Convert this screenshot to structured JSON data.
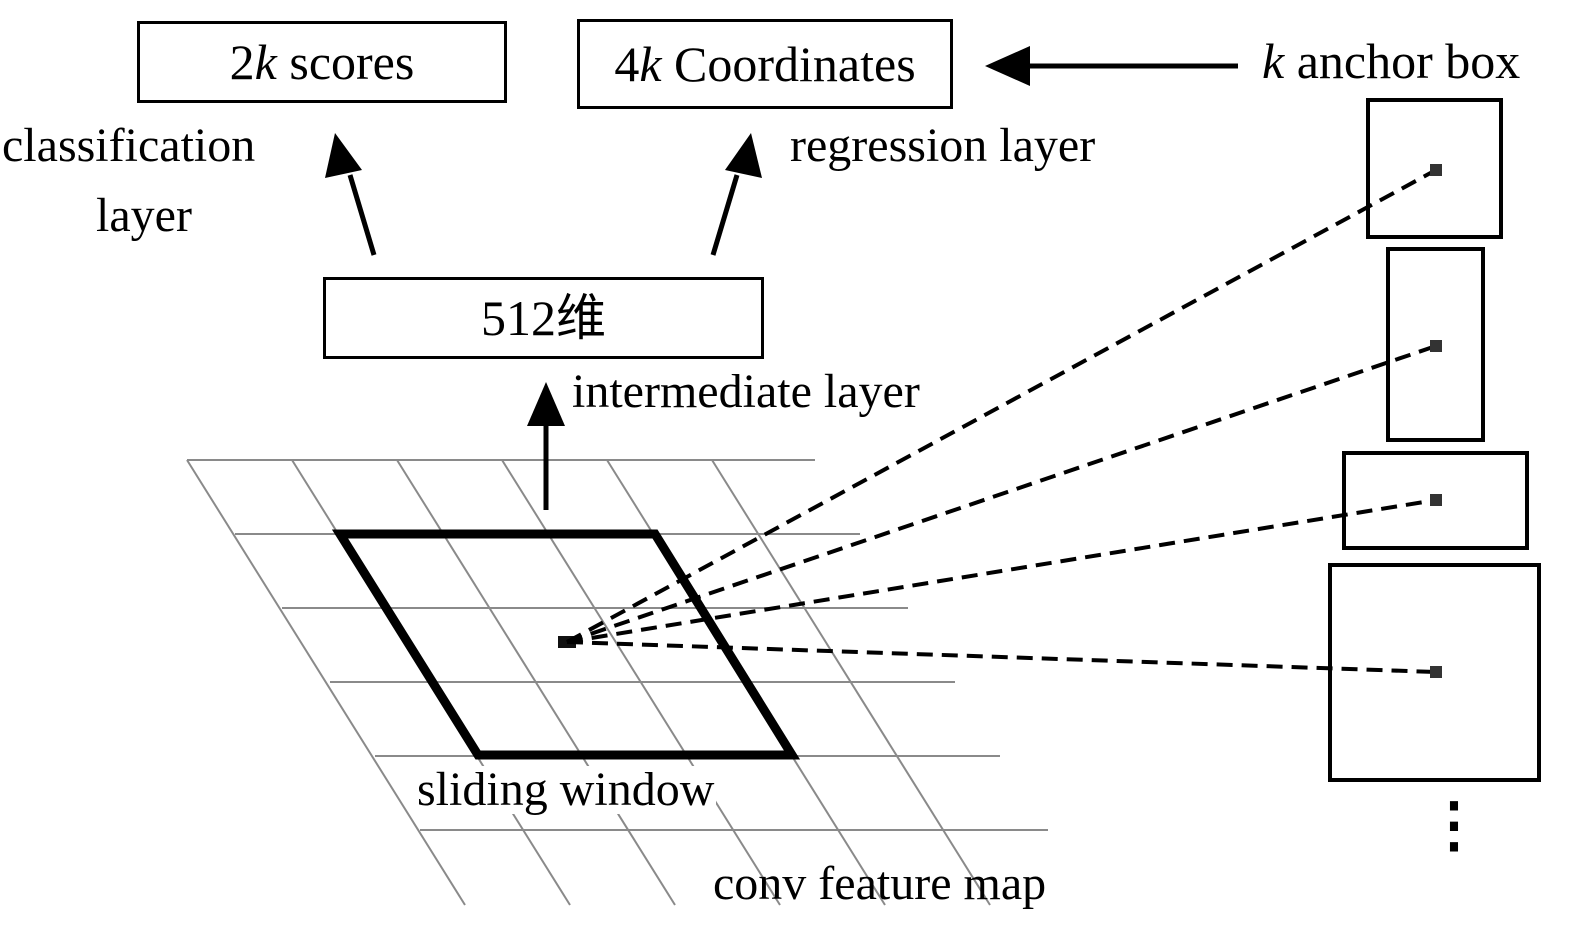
{
  "scores_box": {
    "prefix": "2",
    "k": "k",
    "rest": " scores"
  },
  "coords_box": {
    "prefix": "4",
    "k": "k",
    "rest": " Coordinates"
  },
  "anchor_label": {
    "k": "k",
    "rest": " anchor box"
  },
  "classification_label": {
    "line1": "classification",
    "line2": "layer"
  },
  "regression_label": "regression layer",
  "intermediate_box": "512维",
  "intermediate_label": "intermediate layer",
  "sliding_window_label": "sliding window",
  "feature_map_label": "conv feature map",
  "ellipsis": "⋮"
}
